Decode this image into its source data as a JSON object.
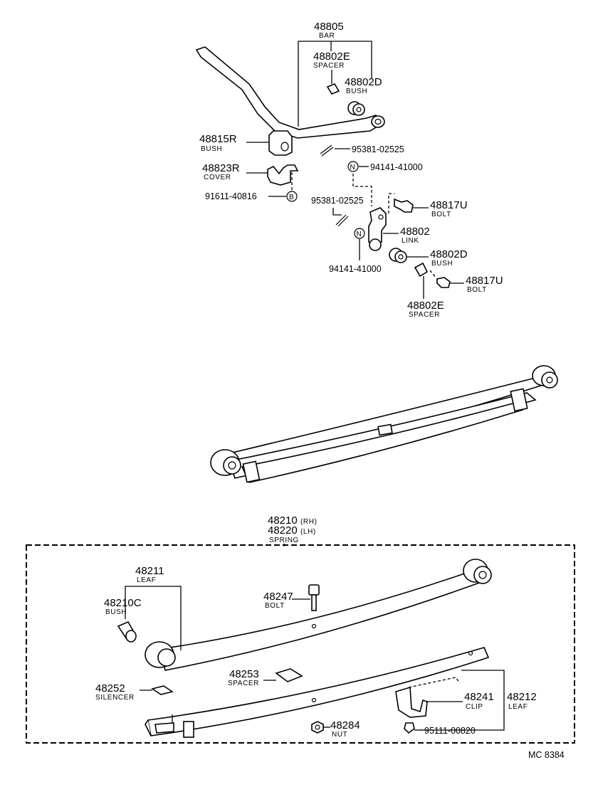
{
  "sway_bar": {
    "bar": {
      "part": "48805",
      "name": "BAR"
    },
    "spacer_top": {
      "part": "48802E",
      "name": "SPACER"
    },
    "bush_top": {
      "part": "48802D",
      "name": "BUSH"
    },
    "bush_r": {
      "part": "48815R",
      "name": "BUSH"
    },
    "cotter_top": {
      "part": "95381-02525"
    },
    "cover_r": {
      "part": "48823R",
      "name": "COVER"
    },
    "nut_top": {
      "part": "94141-41000",
      "symbol": "N"
    },
    "bolt_cover": {
      "part": "91611-40816",
      "symbol": "B"
    },
    "cotter_mid": {
      "part": "95381-02525"
    },
    "bolt_upper": {
      "part": "48817U",
      "name": "BOLT"
    },
    "link": {
      "part": "48802",
      "name": "LINK"
    },
    "nut_lower": {
      "part": "94141-41000",
      "symbol": "N"
    },
    "bush_lower": {
      "part": "48802D",
      "name": "BUSH"
    },
    "bolt_lower": {
      "part": "48817U",
      "name": "BOLT"
    },
    "spacer_lower": {
      "part": "48802E",
      "name": "SPACER"
    }
  },
  "spring_assembly": {
    "spring": {
      "part_rh": "48210",
      "suffix_rh": "(RH)",
      "part_lh": "48220",
      "suffix_lh": "(LH)",
      "name": "SPRING"
    },
    "leaf_main": {
      "part": "48211",
      "name": "LEAF"
    },
    "bush": {
      "part": "48210C",
      "name": "BUSH"
    },
    "bolt": {
      "part": "48247",
      "name": "BOLT"
    },
    "spacer": {
      "part": "48253",
      "name": "SPACER"
    },
    "silencer": {
      "part": "48252",
      "name": "SILENCER"
    },
    "clip": {
      "part": "48241",
      "name": "CLIP"
    },
    "leaf_second": {
      "part": "48212",
      "name": "LEAF"
    },
    "nut": {
      "part": "48284",
      "name": "NUT"
    },
    "rivet": {
      "part": "95111-00820"
    }
  },
  "footer": {
    "code": "MC  8384"
  }
}
